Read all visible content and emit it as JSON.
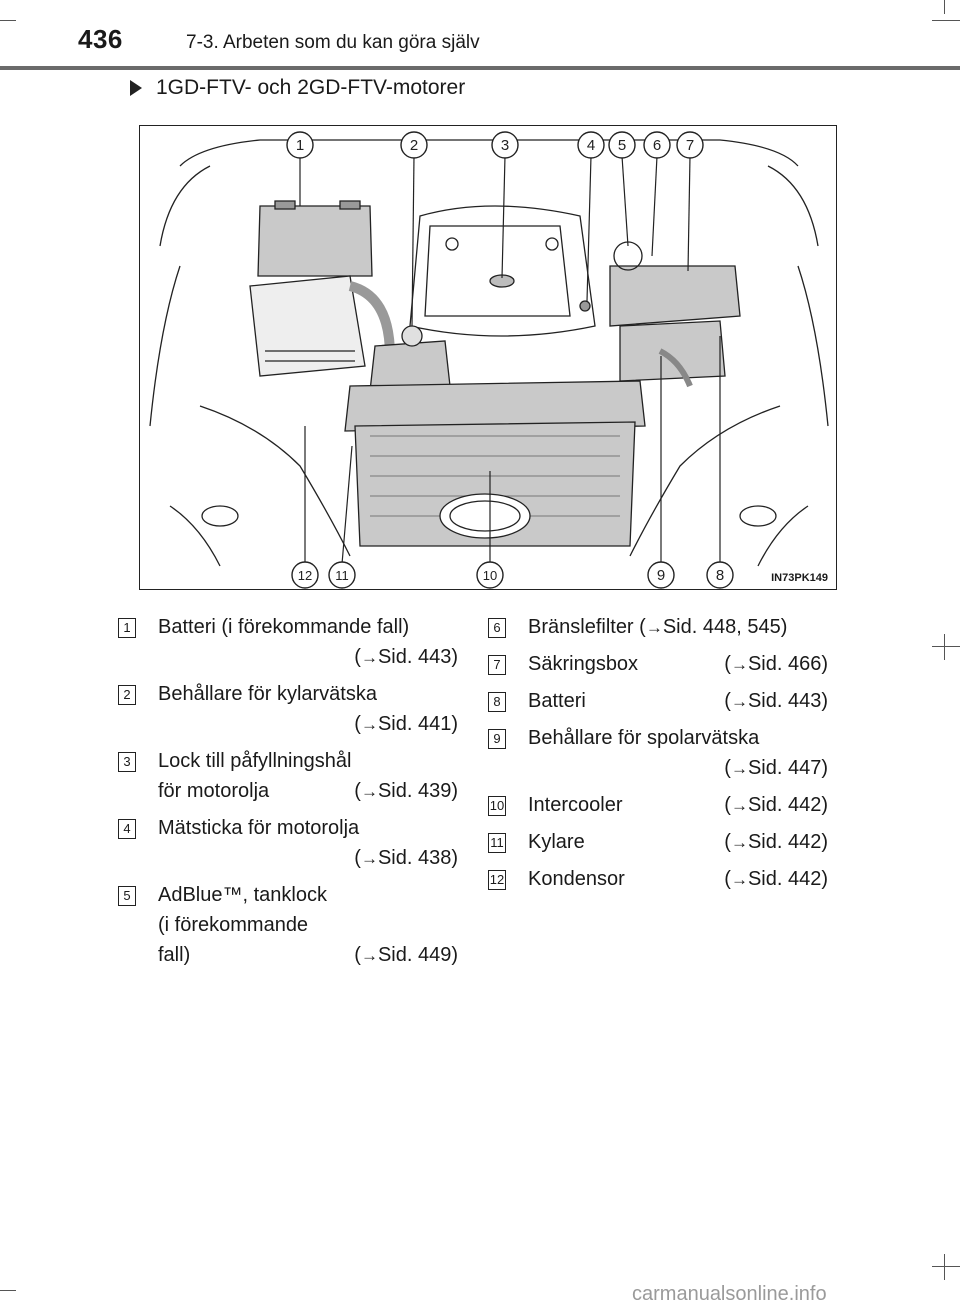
{
  "header": {
    "page_number": "436",
    "chapter": "7-3. Arbeten som du kan göra själv"
  },
  "section": {
    "title": "1GD-FTV- och 2GD-FTV-motorer"
  },
  "figure": {
    "code": "IN73PK149",
    "callouts": [
      "1",
      "2",
      "3",
      "4",
      "5",
      "6",
      "7",
      "8",
      "9",
      "10",
      "11",
      "12"
    ]
  },
  "items_left": [
    {
      "num": "1",
      "name": "Batteri (i förekommande fall)",
      "ref": "Sid. 443"
    },
    {
      "num": "2",
      "name": "Behållare för kylarvätska",
      "ref": "Sid. 441"
    },
    {
      "num": "3",
      "name1": "Lock till påfyllningshål",
      "name2": "för motorolja",
      "ref": "Sid. 439"
    },
    {
      "num": "4",
      "name": "Mätsticka för motorolja",
      "ref": "Sid. 438"
    },
    {
      "num": "5",
      "name1": "AdBlue™, tanklock",
      "name2": "(i förekommande",
      "name3": "fall)",
      "ref": "Sid. 449"
    }
  ],
  "items_right": [
    {
      "num": "6",
      "name": "Bränslefilter",
      "ref": "Sid. 448, 545"
    },
    {
      "num": "7",
      "name": "Säkringsbox",
      "ref": "Sid. 466"
    },
    {
      "num": "8",
      "name": "Batteri",
      "ref": "Sid. 443"
    },
    {
      "num": "9",
      "name": "Behållare för spolarvätska",
      "ref": "Sid. 447"
    },
    {
      "num": "10",
      "name": "Intercooler",
      "ref": "Sid. 442"
    },
    {
      "num": "11",
      "name": "Kylare",
      "ref": "Sid. 442"
    },
    {
      "num": "12",
      "name": "Kondensor",
      "ref": "Sid. 442"
    }
  ],
  "footer": {
    "watermark": "carmanualsonline.info"
  }
}
